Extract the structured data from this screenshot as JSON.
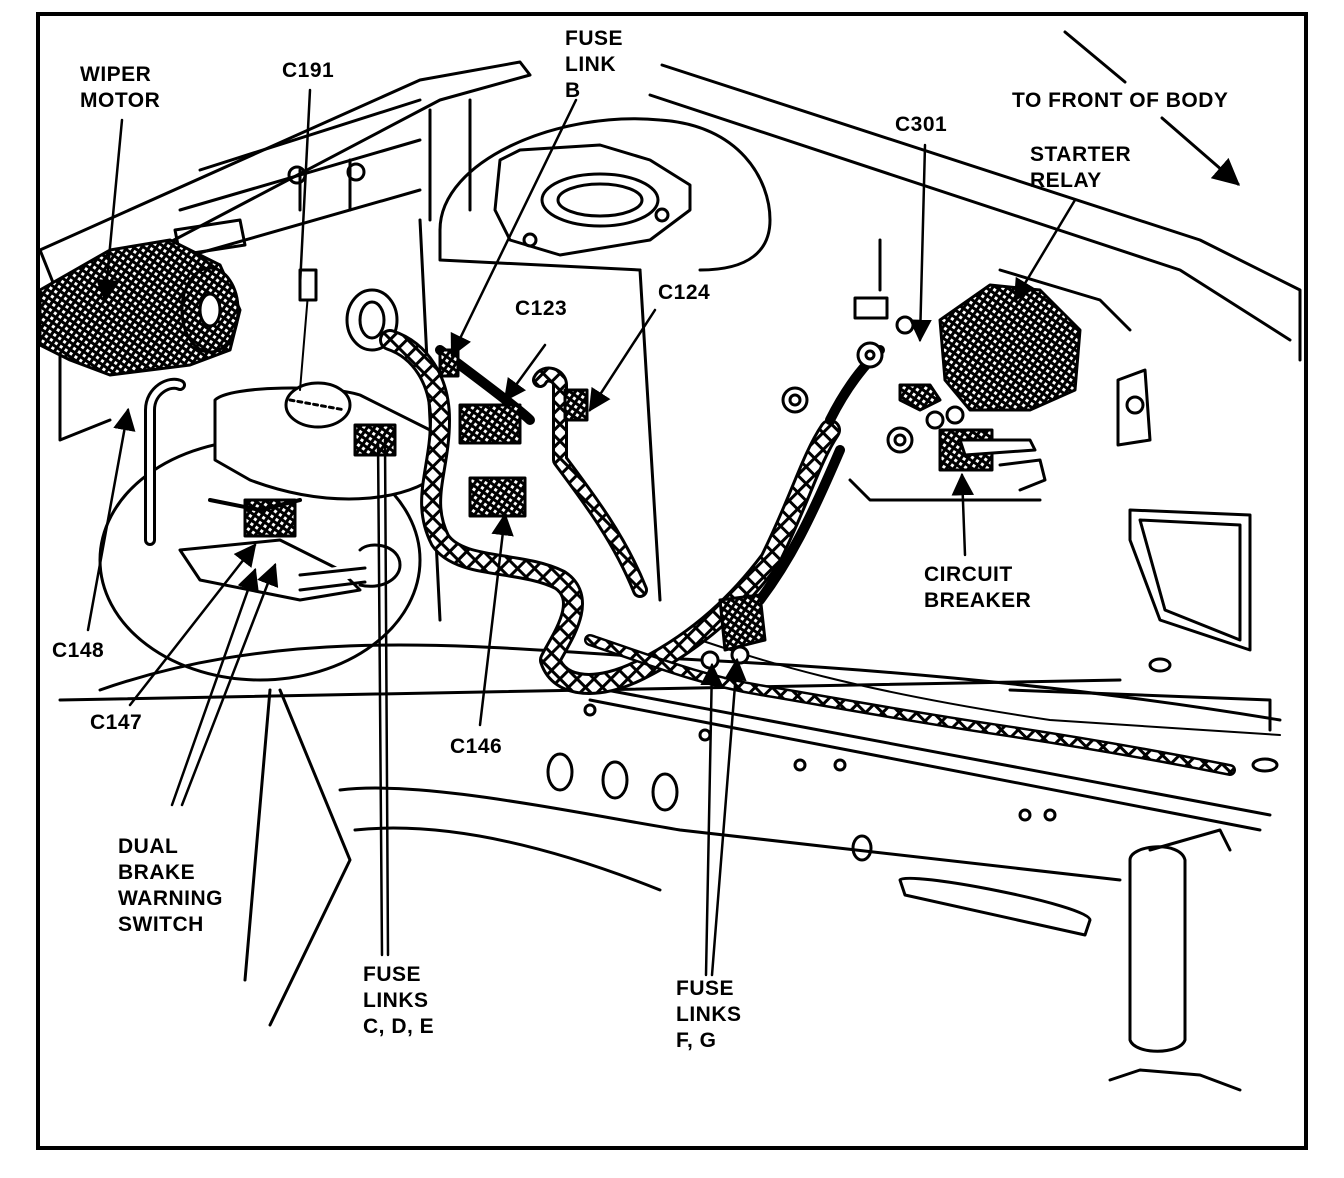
{
  "labels": {
    "wiper_motor": [
      "WIPER",
      "MOTOR"
    ],
    "c191": "C191",
    "fuse_link_b": [
      "FUSE",
      "LINK",
      "B"
    ],
    "to_front_of_body": "TO FRONT OF BODY",
    "c301": "C301",
    "starter_relay": [
      "STARTER",
      "RELAY"
    ],
    "c123": "C123",
    "c124": "C124",
    "circuit_breaker": [
      "CIRCUIT",
      "BREAKER"
    ],
    "c148": "C148",
    "c147": "C147",
    "c146": "C146",
    "dual_brake_warning_switch": [
      "DUAL",
      "BRAKE",
      "WARNING",
      "SWITCH"
    ],
    "fuse_links_cde": [
      "FUSE",
      "LINKS",
      "C, D, E"
    ],
    "fuse_links_fg": [
      "FUSE",
      "LINKS",
      "F, G"
    ]
  },
  "colors": {
    "ink": "#000000",
    "paper": "#ffffff"
  }
}
